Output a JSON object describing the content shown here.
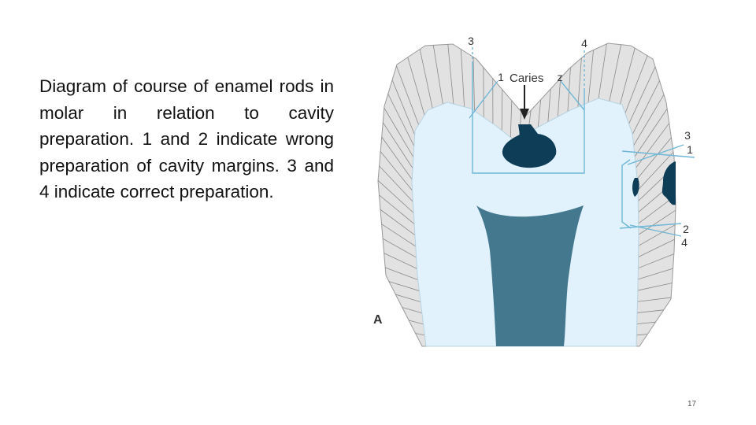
{
  "slide": {
    "caption": "Diagram of course of enamel rods in molar in relation to cavity preparation. 1 and 2 indicate wrong preparation of cavity margins. 3 and 4 indicate correct preparation.",
    "page_number": "17"
  },
  "figure": {
    "panel_letter": "A",
    "caries_label": "Caries",
    "top_labels": {
      "left_outer": "3",
      "right_outer": "4",
      "left_inner": "1",
      "right_inner": "z"
    },
    "side_labels": {
      "upper_3": "3",
      "upper_1": "1",
      "lower_2": "2",
      "lower_4": "4"
    },
    "colors": {
      "enamel": "#e2e2e2",
      "enamel_rods": "#8a8a8a",
      "dentin": "#e1f2fc",
      "pulp": "#43788f",
      "caries": "#0e3d57",
      "preparation_lines": "#6fb7d6"
    }
  }
}
